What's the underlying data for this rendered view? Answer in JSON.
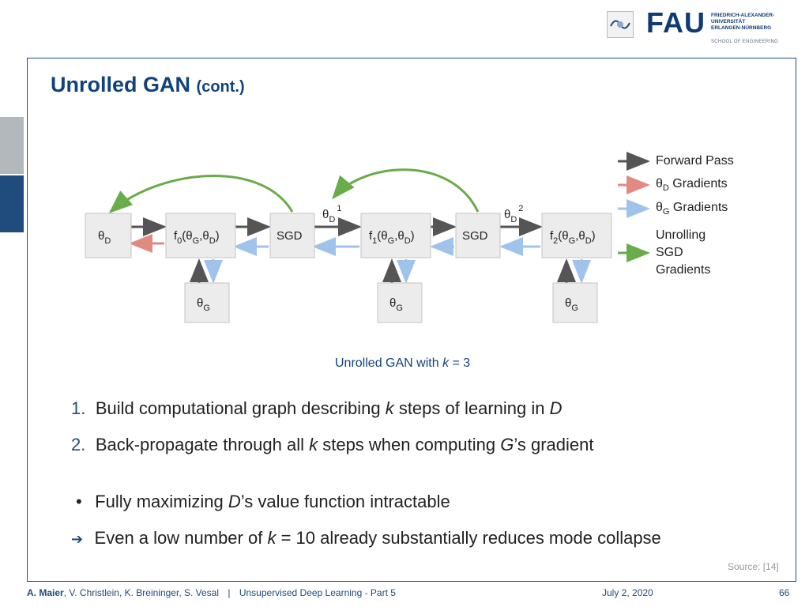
{
  "header": {
    "logo_main": "FAU",
    "logo_lines": [
      "FRIEDRICH-ALEXANDER-",
      "UNIVERSITÄT",
      "ERLANGEN-NÜRNBERG"
    ],
    "logo_school": "SCHOOL OF ENGINEERING"
  },
  "slide": {
    "title": "Unrolled GAN",
    "title_suffix": "(cont.)"
  },
  "diagram": {
    "nodes": {
      "theta_d": "θ",
      "theta_d_sub": "D",
      "f0": "f",
      "f0_sub": "0",
      "f0_args": "(θ",
      "f0_args_sub1": "G",
      "f0_args_mid": ",θ",
      "f0_args_sub2": "D",
      "f0_args_end": ")",
      "f1_sub": "1",
      "f2_sub": "2",
      "sgd": "SGD",
      "theta_g": "θ",
      "theta_g_sub": "G"
    },
    "edge_labels": {
      "theta_d1": "θ",
      "theta_d1_sub": "D",
      "theta_d1_sup": "1",
      "theta_d2": "θ",
      "theta_d2_sub": "D",
      "theta_d2_sup": "2"
    },
    "colors": {
      "forward": "#555555",
      "d_grad": "#e08a82",
      "g_grad": "#9fc3ea",
      "unroll": "#6aab4a",
      "node_fill": "#ececec",
      "node_border": "#c4c4c4"
    },
    "caption_prefix": "Unrolled GAN with",
    "caption_k": "k",
    "caption_eq": "= 3"
  },
  "legend": [
    {
      "label": "Forward Pass"
    },
    {
      "label": "θ",
      "sub": "D",
      "suffix": " Gradients"
    },
    {
      "label": "θ",
      "sub": "G",
      "suffix": " Gradients"
    },
    {
      "label": "Unrolling",
      "line2": "SGD",
      "line3": "Gradients"
    }
  ],
  "list": {
    "item1_num": "1.",
    "item1_a": "Build computational graph describing ",
    "item1_k": "k",
    "item1_b": " steps of learning in ",
    "item1_d": "D",
    "item2_num": "2.",
    "item2_a": "Back-propagate through all ",
    "item2_k": "k",
    "item2_b": " steps when computing ",
    "item2_g": "G",
    "item2_c": "’s gradient",
    "bullet": "•",
    "bullet_a": "Fully maximizing ",
    "bullet_d": "D",
    "bullet_b": "’s value function intractable",
    "arrow": "➔",
    "arrow_a": "Even a low number of ",
    "arrow_k": "k",
    "arrow_b": " = 10 already substantially reduces mode collapse"
  },
  "source": "Source: [14]",
  "footer": {
    "author_bold": "A. Maier",
    "authors_rest": ", V. Christlein, K. Breininger, S. Vesal",
    "separator": "|",
    "lecture": "Unsupervised Deep Learning - Part 5",
    "date": "July 2, 2020",
    "page": "66"
  }
}
